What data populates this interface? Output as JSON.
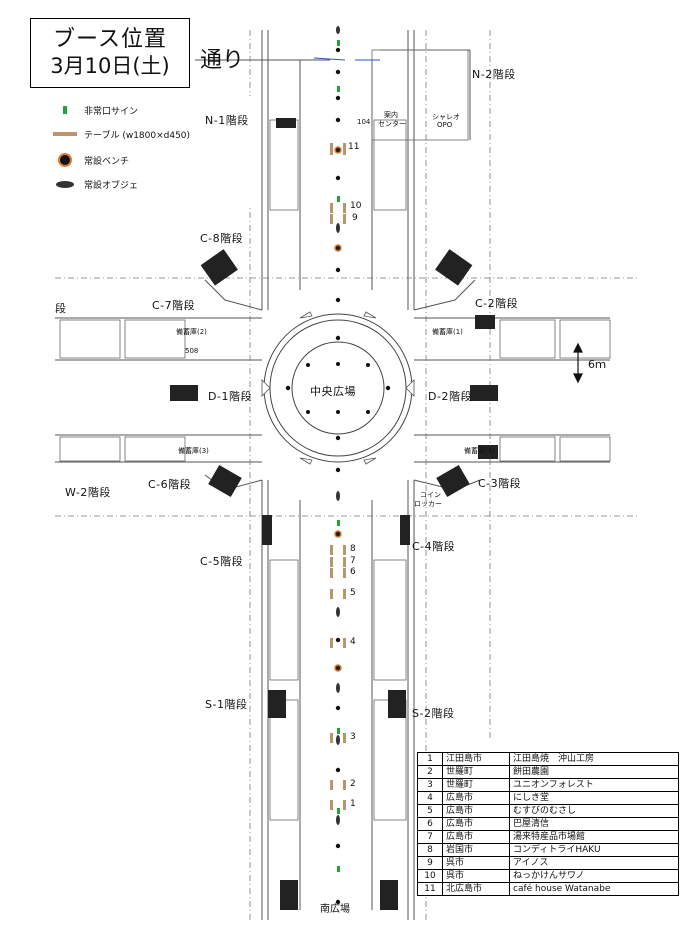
{
  "title": {
    "line1": "ブース位置",
    "line2": "3月10日(土)"
  },
  "street_label": "通り",
  "legend": [
    {
      "icon": "exit-sign",
      "label": "非常口サイン"
    },
    {
      "icon": "table",
      "label": "テーブル (w1800×d450)"
    },
    {
      "icon": "bench",
      "label": "常設ベンチ"
    },
    {
      "icon": "objet",
      "label": "常設オブジェ"
    }
  ],
  "stairs": {
    "n1": "N-1階段",
    "n2": "N-2階段",
    "c8": "C-8階段",
    "c7": "C-7階段",
    "c2": "C-2階段",
    "d1": "D-1階段",
    "d2": "D-2階段",
    "c6": "C-6階段",
    "c3": "C-3階段",
    "w2": "W-2階段",
    "c5": "C-5階段",
    "c4": "C-4階段",
    "s1": "S-1階段",
    "s2": "S-2階段",
    "edge": "段"
  },
  "plazas": {
    "central": "中央広場",
    "south": "南広場"
  },
  "width_marker": "6ｍ",
  "small_labels": {
    "room104": "104",
    "info_center1": "案内",
    "info_center2": "センター",
    "shop1": "シャレオ",
    "shop2": "OPO",
    "coin_locker1": "コイン",
    "coin_locker2": "ロッカー",
    "room508": "508",
    "storage_c7": "備蓄庫(2)",
    "storage_c6": "備蓄庫(3)",
    "storage_c2": "備蓄庫(1)",
    "storage_c3": "備蓄庫(4)"
  },
  "booth_numbers": [
    "1",
    "2",
    "3",
    "4",
    "5",
    "6",
    "7",
    "8",
    "9",
    "10",
    "11"
  ],
  "booth_table": [
    {
      "no": "1",
      "city": "江田島市",
      "name": "江田島焼　沖山工房"
    },
    {
      "no": "2",
      "city": "世羅町",
      "name": "餅田農園"
    },
    {
      "no": "3",
      "city": "世羅町",
      "name": "ユニオンフォレスト"
    },
    {
      "no": "4",
      "city": "広島市",
      "name": "にしき堂"
    },
    {
      "no": "5",
      "city": "広島市",
      "name": "むすびのむさし"
    },
    {
      "no": "6",
      "city": "広島市",
      "name": "巴屋清信"
    },
    {
      "no": "7",
      "city": "広島市",
      "name": "湯来特産品市場館"
    },
    {
      "no": "8",
      "city": "岩国市",
      "name": "コンディトライHAKU"
    },
    {
      "no": "9",
      "city": "呉市",
      "name": "アイノス"
    },
    {
      "no": "10",
      "city": "呉市",
      "name": "ねっかけんサワノ"
    },
    {
      "no": "11",
      "city": "北広島市",
      "name": "café house Watanabe"
    }
  ],
  "colors": {
    "exit": "#22a23a",
    "table": "#b8956a",
    "bench_ring": "#e07a30",
    "line": "#444444"
  }
}
